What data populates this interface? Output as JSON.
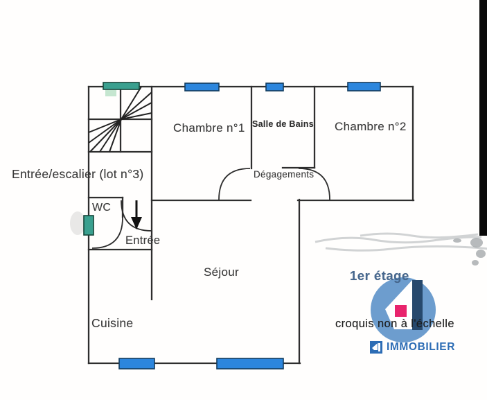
{
  "plan": {
    "labels": {
      "entree_escalier": "Entrée/escalier (lot n°3)",
      "chambre1": "Chambre n°1",
      "salle_de_bains": "Salle de Bains",
      "chambre2": "Chambre n°2",
      "degagements": "Dégagements",
      "wc": "WC",
      "entree": "Entrée",
      "sejour": "Séjour",
      "cuisine": "Cuisine"
    }
  },
  "branding": {
    "floor_label": "1er étage",
    "scale_note": "croquis non à l'échelle",
    "brand_name": "IMMOBILIER"
  },
  "colors": {
    "wall": "#2e2e2e",
    "window_blue": "#2c86dd",
    "window_teal": "#3aa08f",
    "window_border": "#133c5e",
    "logo_circle_blue": "#6598cb",
    "logo_stem_navy": "#27496d",
    "logo_pink": "#e8246d",
    "brand_blue": "#2d6db5",
    "floor_text_blue": "#47688e",
    "scan_bar_black": "#0a0a0a"
  }
}
